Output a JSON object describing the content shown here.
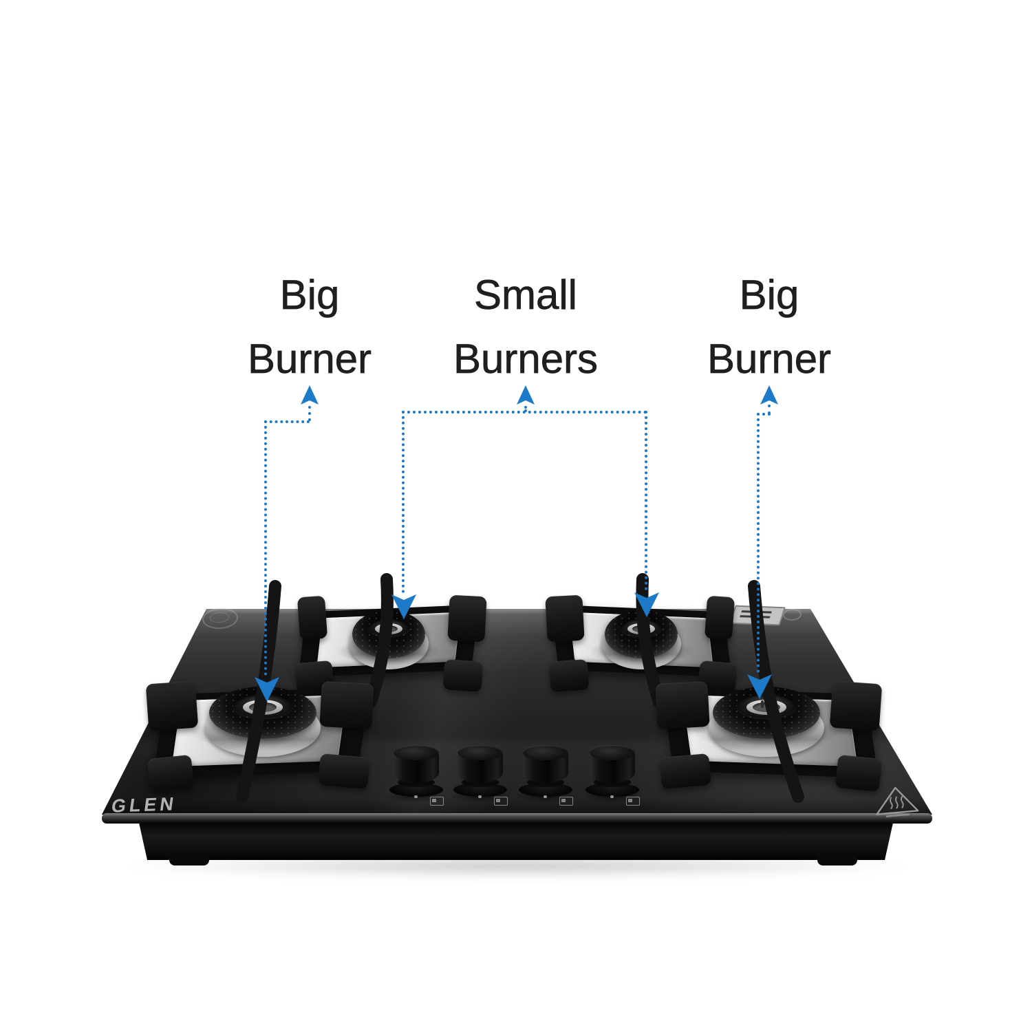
{
  "colors": {
    "background": "#ffffff",
    "accent_blue": "#1c7ac8",
    "glass_black": "#1e1e1e",
    "steel_silver": "#c9c9c9",
    "label_text": "#1f1f1f"
  },
  "annotations": {
    "left": {
      "line1": "Big",
      "line2": "Burner",
      "points_to": "front-left big burner"
    },
    "middle": {
      "line1": "Small",
      "line2": "Burners",
      "points_to": "rear small burners"
    },
    "right": {
      "line1": "Big",
      "line2": "Burner",
      "points_to": "front-right big burner"
    }
  },
  "product": {
    "brand": "GLEN",
    "burner_layout": [
      "big-left-front",
      "small-left-rear",
      "small-right-rear",
      "big-right-front"
    ],
    "knob_count": 4,
    "marks": {
      "brand_badge_icon": "embossed-oval-badge-icon",
      "spec_sticker_icon": "spec-sticker",
      "round_badge_icon": "embossed-round-badge-icon",
      "hot_surface_icon": "hot-surface-warning-icon",
      "knob_icon": "burner-selector-icon",
      "knob_indicator": "knob-position-dot"
    }
  }
}
